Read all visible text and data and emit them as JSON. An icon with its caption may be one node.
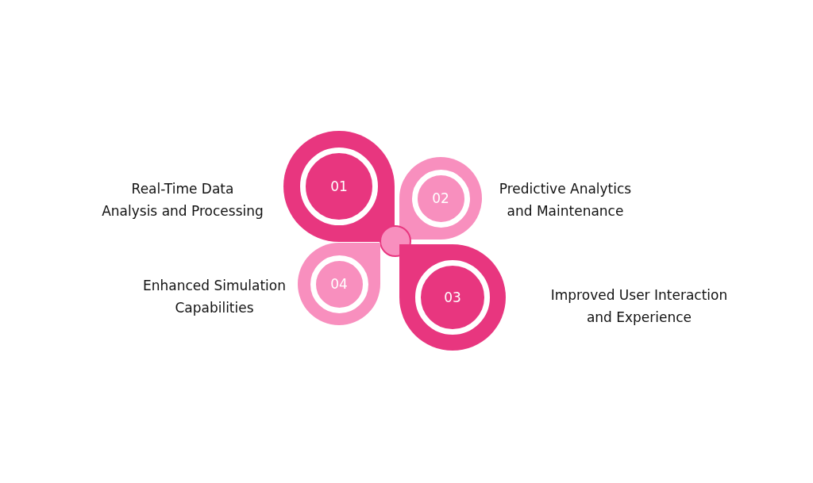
{
  "diagram": {
    "nodes": [
      {
        "text": [
          "01"
        ],
        "beside": [
          "Real-Time Data Analysis and Processing"
        ]
      },
      {
        "text": [
          "02"
        ],
        "beside": [
          "Predictive Analytics and Maintenance"
        ]
      },
      {
        "text": [],
        "shape": "circle"
      },
      {
        "text": [
          "04"
        ],
        "beside": [
          "Enhanced Simulation Capabilities"
        ]
      },
      {
        "text": [
          "03"
        ],
        "beside": [
          "Improved User Interaction and Experience"
        ]
      }
    ],
    "edges": []
  }
}
